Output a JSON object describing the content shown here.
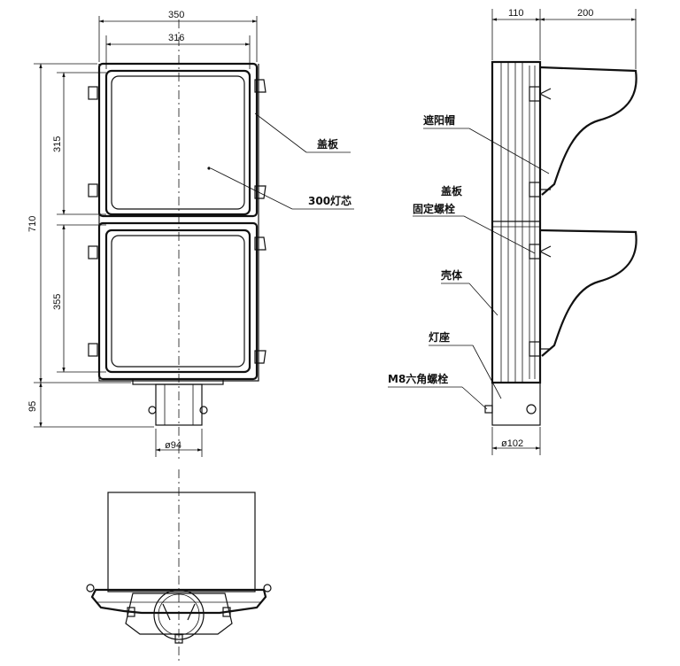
{
  "dimensions": {
    "front_width_outer": "350",
    "front_width_inner": "316",
    "total_height": "710",
    "upper_module": "315",
    "lower_module": "355",
    "base_height": "95",
    "pole_diameter": "ø94",
    "side_depth": "110",
    "visor_depth": "200",
    "side_pole_diameter": "ø102"
  },
  "labels": {
    "cover_plate": "盖板",
    "lamp_core": "300灯芯",
    "visor": "遮阳帽",
    "cover_fix_bolt_1": "盖板",
    "cover_fix_bolt_2": "固定螺栓",
    "housing": "壳体",
    "lamp_base": "灯座",
    "hex_bolt": "M8六角螺栓"
  }
}
